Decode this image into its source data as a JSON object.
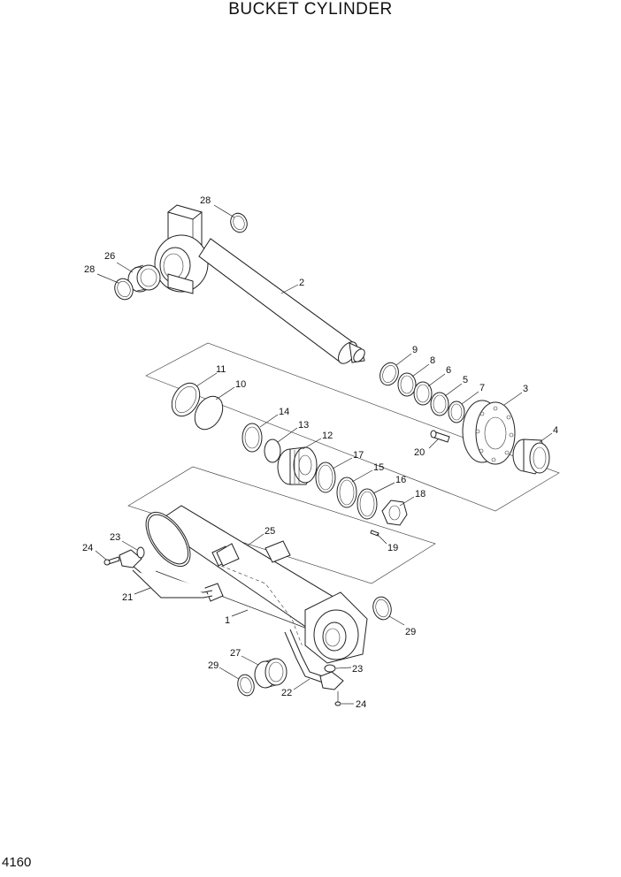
{
  "title": "BUCKET CYLINDER",
  "page_number": "4160",
  "callouts": [
    {
      "id": "c28a",
      "text": "28"
    },
    {
      "id": "c26",
      "text": "26"
    },
    {
      "id": "c28b",
      "text": "28"
    },
    {
      "id": "c2",
      "text": "2"
    },
    {
      "id": "c9",
      "text": "9"
    },
    {
      "id": "c8",
      "text": "8"
    },
    {
      "id": "c6",
      "text": "6"
    },
    {
      "id": "c5",
      "text": "5"
    },
    {
      "id": "c7",
      "text": "7"
    },
    {
      "id": "c3",
      "text": "3"
    },
    {
      "id": "c4",
      "text": "4"
    },
    {
      "id": "c20",
      "text": "20"
    },
    {
      "id": "c11",
      "text": "11"
    },
    {
      "id": "c10",
      "text": "10"
    },
    {
      "id": "c14",
      "text": "14"
    },
    {
      "id": "c13",
      "text": "13"
    },
    {
      "id": "c12",
      "text": "12"
    },
    {
      "id": "c17",
      "text": "17"
    },
    {
      "id": "c15",
      "text": "15"
    },
    {
      "id": "c16",
      "text": "16"
    },
    {
      "id": "c18",
      "text": "18"
    },
    {
      "id": "c19",
      "text": "19"
    },
    {
      "id": "c23a",
      "text": "23"
    },
    {
      "id": "c24a",
      "text": "24"
    },
    {
      "id": "c25",
      "text": "25"
    },
    {
      "id": "c21",
      "text": "21"
    },
    {
      "id": "c1",
      "text": "1"
    },
    {
      "id": "c29a",
      "text": "29"
    },
    {
      "id": "c27",
      "text": "27"
    },
    {
      "id": "c29b",
      "text": "29"
    },
    {
      "id": "c23b",
      "text": "23"
    },
    {
      "id": "c22",
      "text": "22"
    },
    {
      "id": "c24b",
      "text": "24"
    }
  ]
}
